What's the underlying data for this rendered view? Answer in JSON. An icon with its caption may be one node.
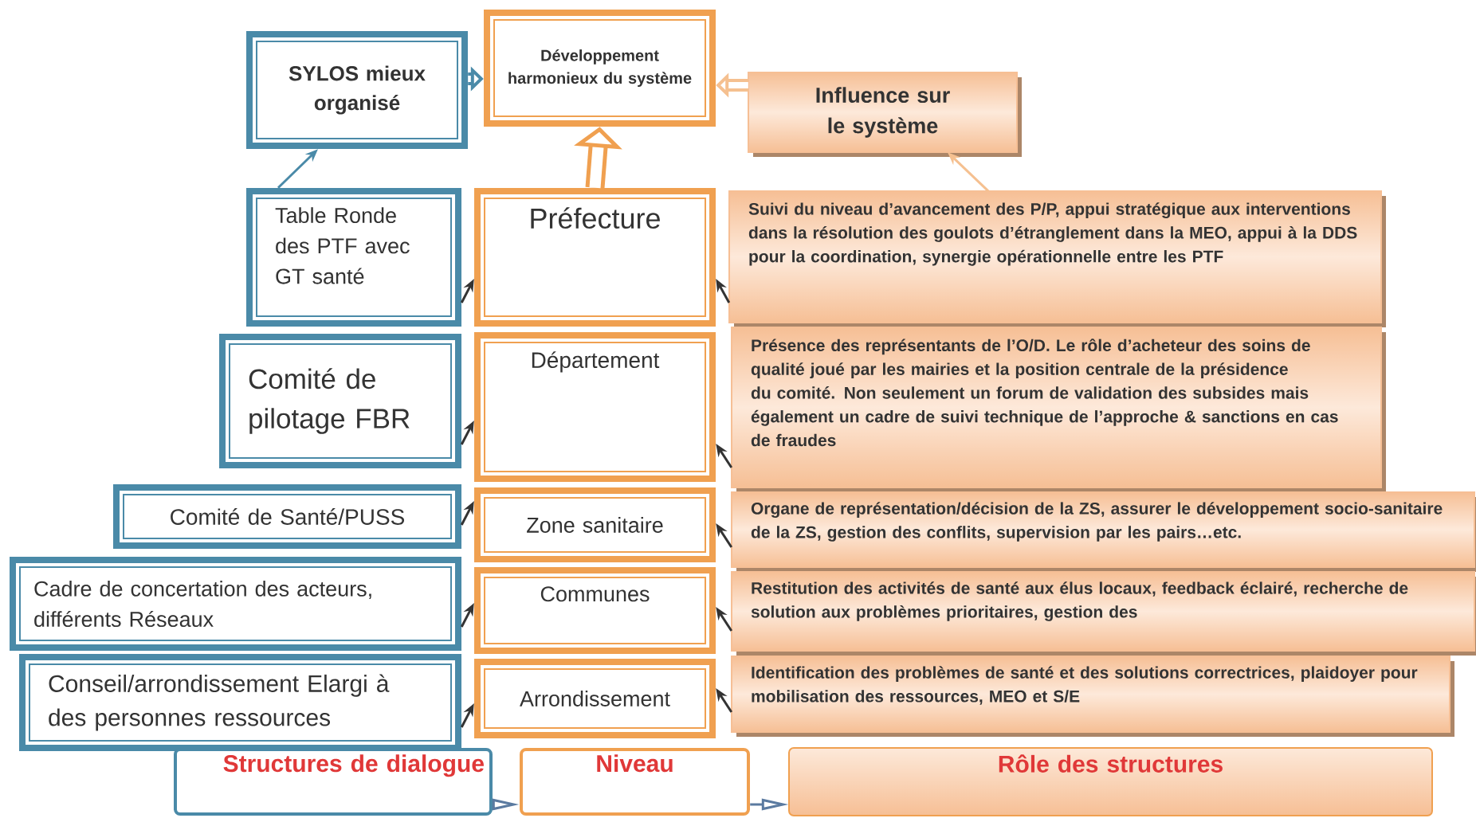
{
  "diagram": {
    "nodes": [
      {
        "text": [
          "SYLOS mieux organisé"
        ]
      },
      {
        "text": [
          "Développement harmonieux du système"
        ]
      },
      {
        "text": [
          "Influence sur le système"
        ]
      },
      {
        "text": [
          "Table Ronde des PTF avec GT santé"
        ]
      },
      {
        "text": [
          "Préfecture"
        ]
      },
      {
        "text": [
          "Suivi du niveau d’avancement des P/P, appui stratégique aux interventions dans la résolution des goulots d’étranglement dans la MEO, appui à la DDS pour la coordination, synergie opérationnelle entre les PTF"
        ]
      },
      {
        "text": [
          "Comité de pilotage FBR"
        ]
      },
      {
        "text": [
          "Département"
        ]
      },
      {
        "text": [
          "Présence des représentants de l’O/D. Le rôle d’acheteur des soins de qualité joué par les mairies et la position centrale de la présidence du comité.  Non seulement un forum de validation des subsides mais également un cadre de suivi technique de l’approche & sanctions en cas de fraudes"
        ]
      },
      {
        "text": [
          "Comité de Santé/PUSS"
        ]
      },
      {
        "text": [
          "Zone sanitaire"
        ]
      },
      {
        "text": [
          "Organe de représentation/décision de la ZS, assurer le développement socio-sanitaire de la ZS, gestion des conflits, supervision par les pairs…etc."
        ]
      },
      {
        "text": [
          "Cadre de concertation des acteurs, différents Réseaux"
        ]
      },
      {
        "text": [
          "Communes"
        ]
      },
      {
        "text": [
          "Restitution des activités de santé aux élus locaux, feedback éclairé, recherche de solution aux problèmes prioritaires, gestion des"
        ]
      },
      {
        "text": [
          "Conseil/arrondissement Elargi à des personnes ressources"
        ]
      },
      {
        "text": [
          "Arrondissement"
        ]
      },
      {
        "text": [
          "Identification des problèmes de santé et des solutions correctrices, plaidoyer pour mobilisation des ressources, MEO et S/E"
        ]
      },
      {
        "text": [
          "Structures de dialogue"
        ]
      },
      {
        "text": [
          "Niveau"
        ]
      },
      {
        "text": [
          "Rôle des structures"
        ]
      }
    ],
    "edges": [
      {
        "from": 0,
        "to": 1,
        "arrow": "to",
        "style": "thick",
        "color": "#4a8aa8"
      },
      {
        "from": 2,
        "to": 1,
        "arrow": "to",
        "style": "thick",
        "color": "#f5c090"
      },
      {
        "from": 4,
        "to": 1,
        "arrow": "to",
        "style": "thick",
        "color": "#f0a050"
      },
      {
        "from": 3,
        "to": 0,
        "arrow": "to",
        "color": "#4a8aa8"
      },
      {
        "from": 5,
        "to": 2,
        "arrow": "to",
        "color": "#f5c090"
      },
      {
        "from": 3,
        "to": 4,
        "arrow": "to"
      },
      {
        "from": 5,
        "to": 4,
        "arrow": "to"
      },
      {
        "from": 6,
        "to": 7,
        "arrow": "to"
      },
      {
        "from": 8,
        "to": 7,
        "arrow": "to"
      },
      {
        "from": 9,
        "to": 10,
        "arrow": "to"
      },
      {
        "from": 11,
        "to": 10,
        "arrow": "to"
      },
      {
        "from": 12,
        "to": 13,
        "arrow": "to"
      },
      {
        "from": 14,
        "to": 13,
        "arrow": "to"
      },
      {
        "from": 15,
        "to": 16,
        "arrow": "to"
      },
      {
        "from": 17,
        "to": 16,
        "arrow": "to"
      },
      {
        "from": 18,
        "to": 19,
        "arrow": "to",
        "color": "#5a7aa0"
      },
      {
        "from": 19,
        "to": 20,
        "arrow": "to",
        "color": "#5a7aa0"
      }
    ]
  }
}
